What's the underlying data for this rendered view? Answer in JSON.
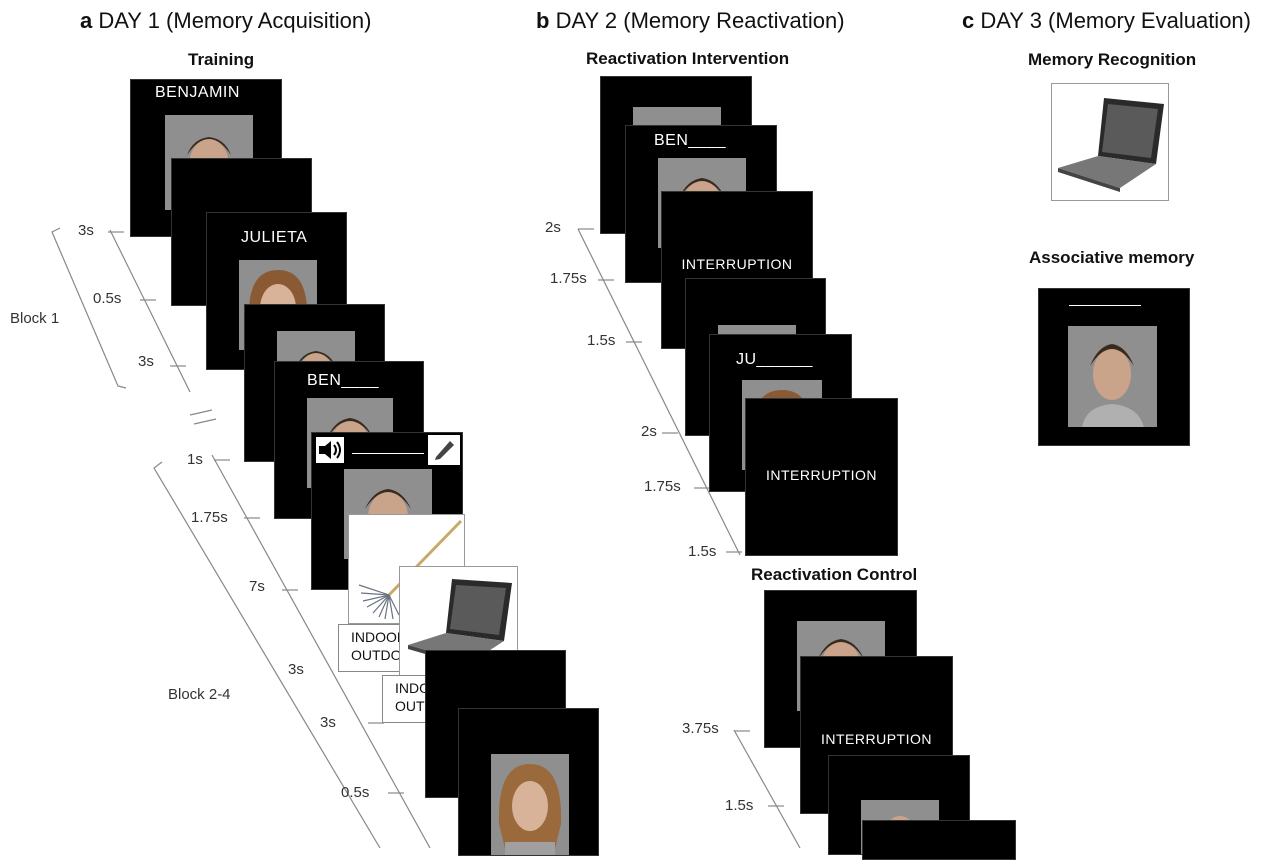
{
  "panels": {
    "a": {
      "letter": "a",
      "title": "DAY 1 (Memory Acquisition)",
      "subtitle": "Training"
    },
    "b": {
      "letter": "b",
      "title": "DAY 2 (Memory Reactivation)",
      "subtitle_intervention": "Reactivation Intervention",
      "subtitle_control": "Reactivation Control"
    },
    "c": {
      "letter": "c",
      "title": "DAY 3 (Memory Evaluation)",
      "subtitle_recognition": "Memory Recognition",
      "subtitle_associative": "Associative memory"
    }
  },
  "day1": {
    "names": [
      "BENJAMIN",
      "JULIETA"
    ],
    "cue": "BEN____",
    "block_labels": [
      "Block 1",
      "Block 2-4"
    ],
    "timings_block1": [
      "3s",
      "0.5s",
      "3s"
    ],
    "timings_block24": [
      "1s",
      "1.75s",
      "7s",
      "3s",
      "3s",
      "0.5s"
    ],
    "choice_indoor": "INDOOR",
    "choice_outdoor": "OUTDOOR",
    "choice_indoor_short": "INDO",
    "choice_outdoor_short": "OUTD",
    "icons": [
      "speaker-icon",
      "pencil-icon",
      "rake-icon",
      "laptop-icon"
    ]
  },
  "day2": {
    "cues": [
      "BEN____",
      "JU______"
    ],
    "interruption": "INTERRUPTION",
    "timings_intervention": [
      "2s",
      "1.75s",
      "1.5s",
      "2s",
      "1.75s",
      "1.5s"
    ],
    "timings_control": [
      "3.75s",
      "1.5s"
    ]
  },
  "colors": {
    "screen": "#000000",
    "face_bg": "#8a8a8a",
    "text_on_screen": "#ffffff"
  }
}
